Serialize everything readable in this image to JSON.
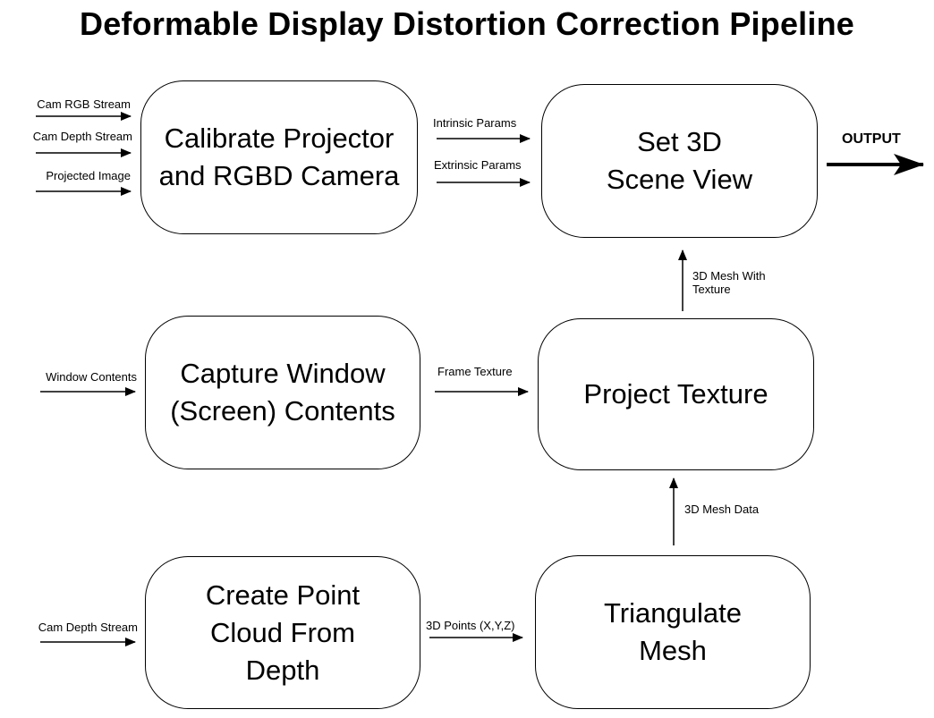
{
  "title": "Deformable Display Distortion Correction Pipeline",
  "boxes": {
    "calibrate": "Calibrate Projector and RGBD Camera",
    "scene": "Set 3D Scene View",
    "capture": "Capture Window (Screen) Contents",
    "project": "Project Texture",
    "pointcloud": "Create Point Cloud From Depth",
    "triangulate": "Triangulate Mesh"
  },
  "labels": {
    "cam_rgb": "Cam RGB Stream",
    "cam_depth_1": "Cam Depth Stream",
    "projected_image": "Projected Image",
    "intrinsic": "Intrinsic Params",
    "extrinsic": "Extrinsic Params",
    "output": "OUTPUT",
    "mesh_with_texture": "3D Mesh With Texture",
    "window_contents": "Window Contents",
    "frame_texture": "Frame Texture",
    "mesh_data": "3D Mesh Data",
    "cam_depth_2": "Cam Depth Stream",
    "points_3d": "3D Points (X,Y,Z)"
  }
}
